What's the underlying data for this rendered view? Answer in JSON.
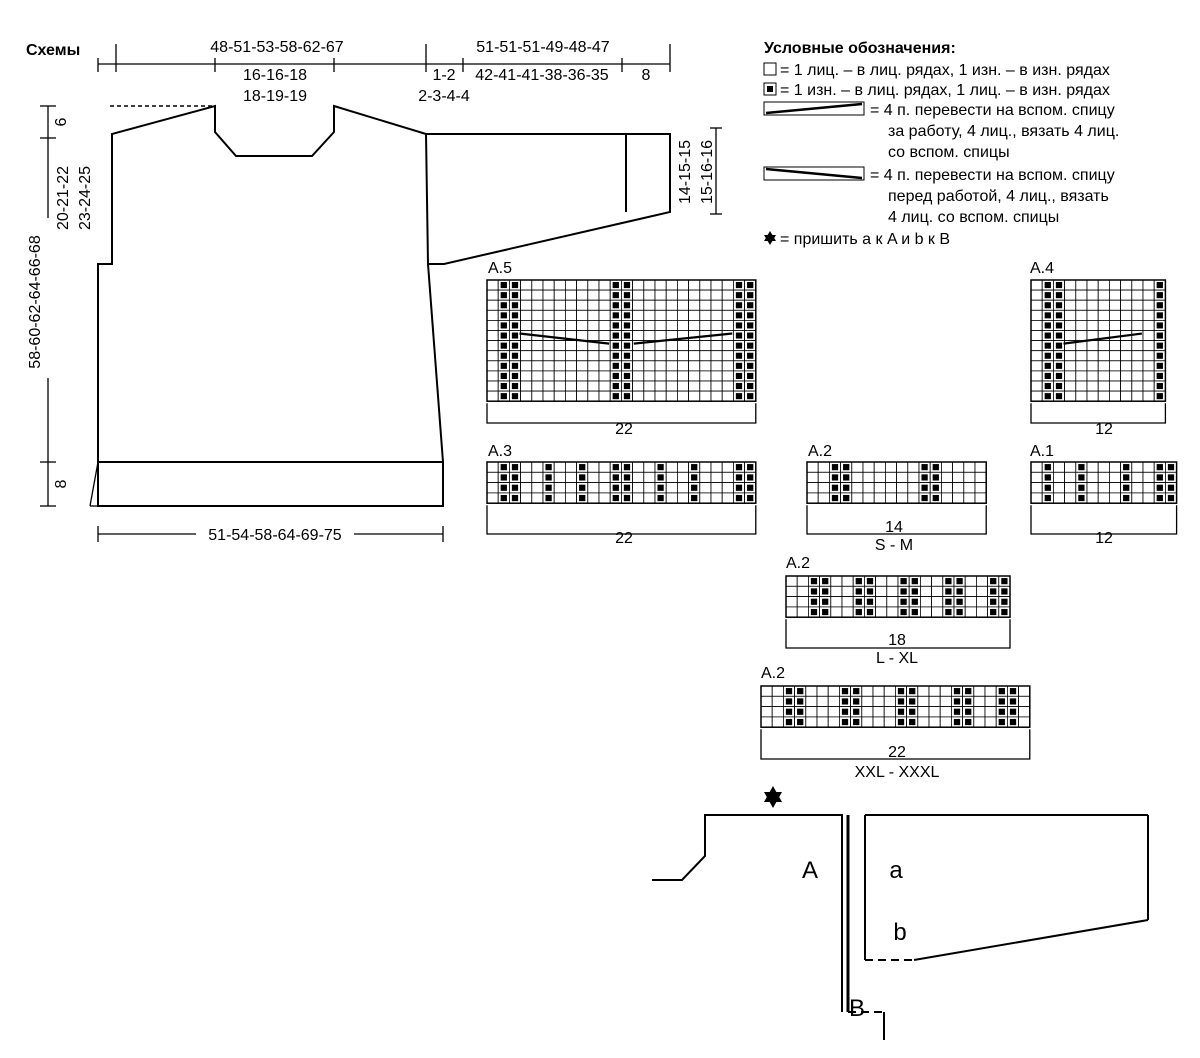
{
  "title": "Схемы",
  "dims": {
    "top_body": "48-51-53-58-62-67",
    "top_sleeve": "51-51-51-49-48-47",
    "neck_width_1": "16-16-18",
    "neck_width_2": "18-19-19",
    "shoulder_1": "1-2",
    "shoulder_2": "2-3-4-4",
    "sleeve_mid": "42-41-41-38-36-35",
    "sleeve_end": "8",
    "left_6": "6",
    "left_armhole_1": "20-21-22",
    "left_armhole_2": "23-24-25",
    "left_total": "58-60-62-64-66-68",
    "left_8": "8",
    "bottom": "51-54-58-64-69-75",
    "cuff_1": "14-15-15",
    "cuff_2": "15-16-16"
  },
  "legend": {
    "title": "Условные обозначения:",
    "item1": "= 1 лиц. – в лиц. рядах, 1 изн. – в изн. рядах",
    "item2": "= 1 изн. – в лиц. рядах, 1 лиц. – в изн. рядах",
    "item3_l1": "= 4 п. перевести на вспом. спицу",
    "item3_l2": "за работу, 4 лиц., вязать 4 лиц.",
    "item3_l3": "со вспом. спицы",
    "item4_l1": "= 4 п. перевести на вспом. спицу",
    "item4_l2": "перед работой, 4 лиц., вязать",
    "item4_l3": "4 лиц. со вспом. спицы",
    "item5": "= пришить a к A и b к B"
  },
  "charts": [
    {
      "id": "a5",
      "label": "A.5",
      "width": "22",
      "size": ""
    },
    {
      "id": "a4",
      "label": "A.4",
      "width": "12",
      "size": ""
    },
    {
      "id": "a3",
      "label": "A.3",
      "width": "22",
      "size": ""
    },
    {
      "id": "a2sm",
      "label": "A.2",
      "width": "14",
      "size": "S - M"
    },
    {
      "id": "a1",
      "label": "A.1",
      "width": "12",
      "size": ""
    },
    {
      "id": "a2lxl",
      "label": "A.2",
      "width": "18",
      "size": "L - XL"
    },
    {
      "id": "a2xxl",
      "label": "A.2",
      "width": "22",
      "size": "XXL - XXXL"
    }
  ],
  "assembly": {
    "A": "A",
    "a": "a",
    "b": "b",
    "B": "B"
  },
  "colors": {
    "ink": "#000000",
    "paper": "#ffffff"
  }
}
